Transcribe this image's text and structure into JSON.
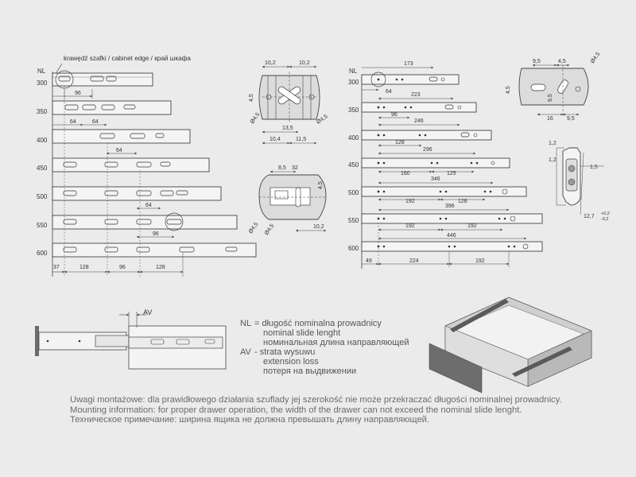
{
  "left_drawing": {
    "edge_label": "krawędź szafki / cabinet edge / край шкафа",
    "nl": "NL",
    "rows": [
      "300",
      "350",
      "400",
      "450",
      "500",
      "550",
      "600"
    ],
    "dims": {
      "d96": "96",
      "d64a": "64",
      "d64b": "64",
      "d64c": "64",
      "d64d": "64",
      "d96b": "96",
      "b37": "37",
      "b128": "128",
      "b96": "96",
      "b128b": "128"
    }
  },
  "right_drawing": {
    "nl": "NL",
    "rows": [
      "300",
      "350",
      "400",
      "450",
      "500",
      "550",
      "600"
    ],
    "dims": {
      "d173": "173",
      "d64": "64",
      "d223": "223",
      "d96": "96",
      "d246": "246",
      "d128": "128",
      "d296": "296",
      "d160": "160",
      "d125": "125",
      "d346": "346",
      "d192a": "192",
      "d128b": "128",
      "d396": "396",
      "d192b": "192",
      "d192c": "192",
      "d446": "446",
      "b49": "49",
      "b224": "224",
      "b192": "192"
    }
  },
  "bracket_top": {
    "w1": "10,2",
    "w2": "10,2",
    "h45": "4,5",
    "phi1": "Ø4,5",
    "phi2": "Ø4,5",
    "d135": "13,5",
    "d104": "10,4",
    "d115": "11,5"
  },
  "bracket_bottom": {
    "d85": "8,5",
    "d32": "32",
    "h45": "4,5",
    "phi": "Ø4,5",
    "phi2": "Ø4,5",
    "d102": "10,2"
  },
  "bracket_right": {
    "d95a": "9,5",
    "d45": "4,5",
    "phi": "Ø4,5",
    "h45": "4,5",
    "h95": "9,5",
    "d16": "16",
    "d95b": "9,5"
  },
  "profile": {
    "d12a": "1,2",
    "d12b": "1,2",
    "d15": "1,5",
    "d127": "12,7",
    "tol_plus": "+0,2",
    "tol_minus": "-0,2"
  },
  "av_label": "AV",
  "legend": {
    "nl_key": "NL",
    "nl_line1": "= długość nominalna prowadnicy",
    "nl_line2": "nominal slide lenght",
    "nl_line3": "номинальная длина направляющей",
    "av_key": "AV",
    "av_line1": "- strata wysuwu",
    "av_line2": "extension loss",
    "av_line3": "потеря на выдвижении"
  },
  "notes": {
    "pl": "Uwagi montażowe: dla prawidłowego działania szuflady jej szerokość nie może przekraczać długości nominalnej prowadnicy.",
    "en": "Mounting information: for proper drawer operation, the width of the drawer can not exceed the nominal slide lenght.",
    "ru": "Техническое примечание: ширина ящика не должна превышать длину направляющей."
  },
  "colors": {
    "background": "#ebebeb",
    "line": "#4a4a4a",
    "slide_fill": "#f4f4f4",
    "text": "#333333",
    "drawer_front": "#6d6d6d"
  }
}
